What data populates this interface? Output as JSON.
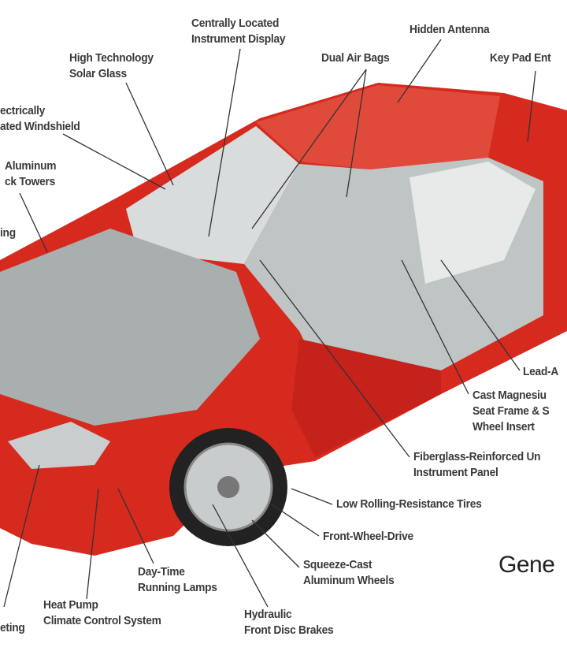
{
  "labels": {
    "instrument_display": "Centrally Located\nInstrument Display",
    "hidden_antenna": "Hidden Antenna",
    "solar_glass": "High Technology\nSolar Glass",
    "air_bags": "Dual Air Bags",
    "key_pad": "Key Pad Ent",
    "windshield": "ectrically\nated Windshield",
    "shock_towers": "Aluminum\nck Towers",
    "ing": "ing",
    "lead_acid": "Lead-A",
    "magnesium": "Cast Magnesiu\nSeat Frame & S\nWheel Insert",
    "instrument_panel": "Fiberglass-Reinforced Un\nInstrument Panel",
    "tires": "Low Rolling-Resistance Tires",
    "fwd": "Front-Wheel-Drive",
    "running_lamps": "Day-Time\nRunning Lamps",
    "wheels": "Squeeze-Cast\nAluminum Wheels",
    "heat_pump": "Heat Pump\nClimate Control System",
    "brakes": "Hydraulic\nFront Disc Brakes",
    "eting": "eting"
  },
  "brand": "Gene",
  "colors": {
    "body": "#d62a1f",
    "text": "#3a3a3a"
  }
}
